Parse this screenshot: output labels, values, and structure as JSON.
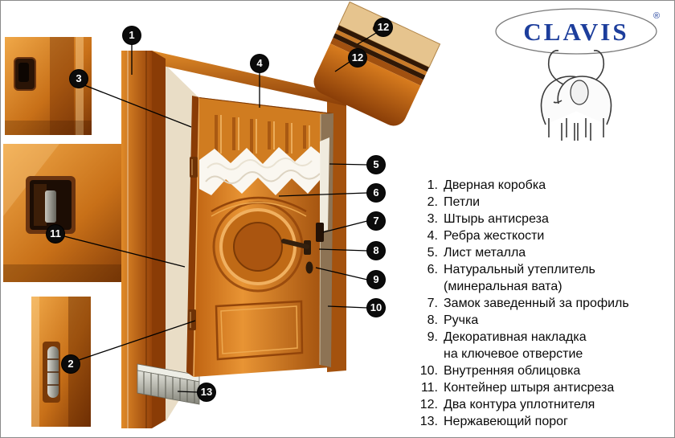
{
  "colors": {
    "door_orange": "#d9801f",
    "door_dark": "#8a3e08",
    "logo_blue": "#1d3e9c",
    "insulation_white": "#faf7f0",
    "metal_gray": "#9a9a90"
  },
  "logo": {
    "brand": "CLAVIS",
    "registered": "®"
  },
  "callouts": [
    {
      "label": "1"
    },
    {
      "label": "3"
    },
    {
      "label": "4"
    },
    {
      "label": "12"
    },
    {
      "label": "12"
    },
    {
      "label": "5"
    },
    {
      "label": "6"
    },
    {
      "label": "7"
    },
    {
      "label": "8"
    },
    {
      "label": "9"
    },
    {
      "label": "10"
    },
    {
      "label": "11"
    },
    {
      "label": "2"
    },
    {
      "label": "13"
    }
  ],
  "legend": {
    "items": [
      {
        "num": "1.",
        "text": "Дверная коробка"
      },
      {
        "num": "2.",
        "text": "Петли"
      },
      {
        "num": "3.",
        "text": "Штырь антисреза"
      },
      {
        "num": "4.",
        "text": "Ребра жесткости"
      },
      {
        "num": "5.",
        "text": "Лист металла"
      },
      {
        "num": "6.",
        "text": "Натуральный утеплитель\n(минеральная вата)"
      },
      {
        "num": "7.",
        "text": "Замок заведенный за профиль"
      },
      {
        "num": "8.",
        "text": "Ручка"
      },
      {
        "num": "9.",
        "text": "Декоративная накладка\nна ключевое отверстие"
      },
      {
        "num": "10.",
        "text": "Внутренняя облицовка"
      },
      {
        "num": "11.",
        "text": "Контейнер штыря антисреза"
      },
      {
        "num": "12.",
        "text": "Два контура уплотнителя"
      },
      {
        "num": "13.",
        "text": "Нержавеющий порог"
      }
    ]
  }
}
